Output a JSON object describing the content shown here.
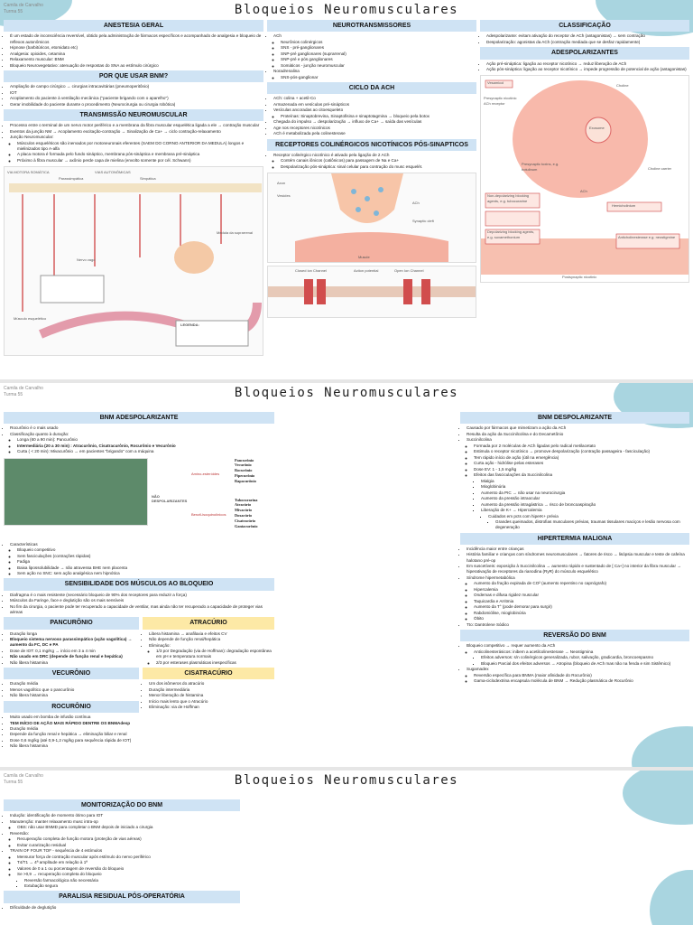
{
  "author": "Camila de Carvalho",
  "class": "Turma 55",
  "title": "Bloqueios Neuromusculares",
  "colors": {
    "header_blue": "#cfe3f4",
    "header_yellow": "#fde9a6",
    "blob": "#a9d5e0",
    "cell_fill": "#f8b9ab"
  },
  "p1": {
    "anest": {
      "title": "ANESTESIA GERAL",
      "items": [
        "É um estado de inconsciência reversível, obtido pela administração de fármacos específicos e acompanhado de analgesia e bloqueio de reflexos autonômicos",
        "Hipnose (barbitúricos, etomidato etc)",
        "Analgesia: opioides, cetamina",
        "Relaxamento muscular: BNM",
        "Bloqueio Neurovegetativo: atenuação de respostas do SNA ao estímulo cirúrgico"
      ]
    },
    "porque": {
      "title": "POR QUE USAR BNM?",
      "items": [
        "Ampliação de campo cirúrgico → cirurgias intracavitárias (pneumoperitônio)",
        "IOT",
        "Acoplamento do paciente à ventilação mecânica (\"paciente brigando com o aparelho\")",
        "Gerar imobilidade do paciente durante o procedimento (Neurocirurgia ou cirurgia robótica)"
      ]
    },
    "trans": {
      "title": "TRANSMISSÃO NEUROMUSCULAR",
      "items": [
        "Processo entre o terminal de um nervo motor periférico e a membrana da fibra muscular esquelética ligada a ele → contração muscular",
        "Eventos da junção NM → Acoplamento excitação-contração → Sinalização de Ca+ → ciclo contração-relaxamento",
        "Junção Neuromuscular:"
      ],
      "sub": [
        "Músculos esqueléticos são inervados por motoneuronais eferentes (SAEM DO CORNO ANTERIOR DA MEDULA) longos e mielinizados tipo A-alfa",
        "A placa motora é formada pelo fundo sináptico, membrana pós-sináptica e membrana pré-sináptica",
        "Próximo à fibra muscular → axônio perde capa de mielina (envolto somente por cél. Schwann)"
      ],
      "figure_labels": [
        "VIA MOTORA SOMÁTICA",
        "VIAS AUTONÔMICAS",
        "Parassimpática",
        "Simpática",
        "Medula da suprarrenal",
        "Nervo vago",
        "Músculo esquelético",
        "LEGENDA:"
      ]
    },
    "neuro": {
      "title": "NEUROTRANSMISSORES",
      "ach": "ACh",
      "ach_sub": [
        "Neurônios colinérgicos",
        "SNS - pré-ganglionares",
        "SNP-pré ganglionares (suprarrenal)",
        "SNP-pré e pós ganglionares",
        "Somáticos - junção neuromuscular"
      ],
      "nor": "Noradrenalina",
      "nor_sub": [
        "SNS-pós-ganglionar"
      ]
    },
    "ciclo": {
      "title": "CICLO DA ACH",
      "items": [
        "ACh: colina + acetil-Co",
        "Armazenada em vesículas pré-sinápticos",
        "Vesículas ancoradas ao citoesqueleto"
      ],
      "sub1": [
        "Proteínas: Sinaptobrevina, Sinaptofisina e sinaptotagmina → bloqueio pela botox"
      ],
      "items2": [
        "Chegada do impulso → despolarização → influxo de Ca+ → saída das vesículas",
        "Age nos receptores nicotínicos",
        "ACh é metabolizada pela colinesterase"
      ]
    },
    "recep": {
      "title": "RECEPTORES COLINÉRGICOS NICOTÍNICOS PÓS-SINAPTICOS",
      "items": [
        "Receptor colinérgico nicotínico é ativado pela ligação de 2 ACh"
      ],
      "sub": [
        "Contém canais iônicos (catiônicos) para passagem de Na e Ca+",
        "Despolarização pós-sináptica: sinal celular para contração do musc esquelét."
      ],
      "fig_labels": [
        "Axon",
        "Vesicles",
        "ACh",
        "Synaptic cleft",
        "Muscle",
        "Closed ion Channel",
        "Open Ion Channel",
        "Action potential"
      ]
    },
    "classif": {
      "title": "CLASSIFICAÇÃO",
      "items": [
        "Adespolarizante: evitam ativação do receptor de ACh (antagonistas) → sem contração",
        "Despolarização: agonistas da ACh (contração mediada que se desfaz rapidamente)"
      ]
    },
    "adesp": {
      "title": "ADESPOLARIZANTES",
      "items": [
        "Ação pré-sináptica: ligação ao receptor nicotínico → reduz liberação de ACh",
        "Ação pós-sináptica: ligação ao receptor nicotínico → impede progressão de potencial de ação (antagonistas)"
      ],
      "fig_labels": [
        "Vesamicol",
        "Presynaptic nicotinic ACh receptor",
        "Choline",
        "Exosome",
        "Presynaptic toxins, e.g. botulinum",
        "Choline carrier",
        "ACh",
        "Hemicholinium",
        "Non-depolarizing blocking agents, e.g. tubocurarine",
        "Depolarizing blocking agents, e.g. suxamethonium",
        "Anticholinesterase e.g. neostigmine",
        "Postsynaptic nicotinic"
      ]
    }
  },
  "p2": {
    "bnm_a": {
      "title": "BNM ADESPOLARIZANTE",
      "items": [
        "Rocurônio é o mais usado",
        "Classificação quanto à duração:"
      ],
      "dur": [
        "Longa (60 a 90 min): Pancurônio",
        "Intermediária (20 a 30 min) : Atracurônio, Cisatracurônio, Rocurônio e Vecurônio",
        "Curta ( < 20 min): Mivacurônio → em pacientes \"brigando\" com a máquina"
      ],
      "carac_label": "Características",
      "carac": [
        "Bloqueio competitivo",
        "Sem fasciculações (contrações rápidas)",
        "Fadiga",
        "Baixa lipossolubilidade → não atravessa BHE nem placenta",
        "Sem ação no SNC: sem ação analgésica nem hipnótica"
      ],
      "tree_root": "NÃO DESPOLARIZANTES",
      "tree_a": "Amino-esteróides",
      "tree_b": "Benzil-isoquinolínicos",
      "tree_a_items": [
        "Pancurônio",
        "Vecurônio",
        "Rocurônio",
        "Pipecurônio",
        "Rapacurônio"
      ],
      "tree_b_items": [
        "Tubocurarina",
        "Atracúrio",
        "Mivacúrio",
        "Doxacúrio",
        "Cisatracúrio",
        "Gantacurônio"
      ]
    },
    "sens": {
      "title": "SENSIBILIDADE DOS MÚSCULOS AO BLOQUEIO",
      "items": [
        "Diafragma é o mais resistente (necessário bloqueio de 90% dos receptores para reduzir a força)",
        "Músculos da Faringe, face e deglutição são os mais sensíveis",
        "No fim da cirurgia, o paciente pode ter recuperado a capacidade de ventilar, mas ainda não ter recuperado a capacidade de proteger vias aéreas"
      ]
    },
    "panc": {
      "title": "PANCURÔNIO",
      "items": [
        "Duração longa",
        "Bloqueio sistema nervoso parassimpático (ação vagolítica) → aumento da FC, DC e PA",
        "Dose de IOT: 0,1 mg/Kg → início em 3 a 4 min",
        "Não usado em DRC (depende de função renal e hepática)",
        "Não libera histamina"
      ]
    },
    "vec": {
      "title": "VECURÔNIO",
      "items": [
        "Duração média",
        "Menos vagolítico que o pancurônio",
        "Não libera histamina"
      ]
    },
    "roc": {
      "title": "ROCURÔNIO",
      "items": [
        "Muito usado em bomba de infusão contínua",
        "TEM INÍCIO DE AÇÃO MAIS RÁPIDO DENTRE OS BNMAdesp",
        "Duração média",
        "Depende da função renal e hepática → eliminação biliar e renal",
        "Dose 0,6 mg/kg (até 0,9-1,2 mg/kg para sequência rápida de IOT)",
        "Não libera histamina"
      ]
    },
    "atra": {
      "title": "ATRACÚRIO",
      "items": [
        "Libera histamina → anafilaxia e efeitos CV",
        "Não depende de função renal/hepática",
        "Eliminação:"
      ],
      "sub": [
        "1/3 por Degradação (via de Hoffman): degradação espontânea em pH e temperatura normais",
        "2/3 por esterases plasmáticas inespecíficas"
      ]
    },
    "cisa": {
      "title": "CISATRACÚRIO",
      "items": [
        "Um dos isômeros do atracúrio",
        "Duração intermediária",
        "Menor liberação de histamina",
        "Início mais lento que o Atracúrio",
        "Eliminação: via de Hoffman"
      ]
    },
    "bnm_d": {
      "title": "BNM DESPOLARIZANTE",
      "items": [
        "Causado por fármacos que mimetizam a ação da ACh",
        "Resulta da ação da Succinilcolina e do Decametônio",
        "Succinilcolina"
      ],
      "sub": [
        "Formada por 2 moléculas de ACh ligadas pelo radical metilacetato",
        "Estimula o receptor nicotínico → promove despolarização (contração passageira - fasciculação)",
        "Tem rápido início de ação (útil na emergência)",
        "Curta ação - hidrólise pelas esterases",
        "Dose EV: 1 - 1,5 mg/kg",
        "Efeitos das fasciculações da Succinilcolina"
      ],
      "sub2": [
        "Mialgia",
        "Mioglobinúria",
        "Aumento da PIC → não usar na neurocirurgia",
        "Aumento da pressão intraocular",
        "Aumento da pressão intragástrica → risco de broncoaspiração",
        "Liberação de K+ → Hipercalemia"
      ],
      "sub3": [
        "Cuidados em pcts com hiperK+ prévia"
      ],
      "sub4": [
        "Grandes queimados, distrofias musculares prévias, traumas tissulares maciços e lesão nervosa com degeneração"
      ]
    },
    "hiper": {
      "title": "HIPERTERMIA MALIGNA",
      "items": [
        "Incidência maior entre crianças",
        "História familiar e crianças com síndromes neuromusculares → fatores de risco → lisópsia muscular e teste de cafeína halotano pré-op",
        "Em suscetíveis: exposição à Succinilcolina → aumento rápido e sustentado de [ Ca+] no interior da fibra muscular → hiperativação de receptores da rianodina (RyR) do músculo esquelético",
        "Síndrome hipermetabólica"
      ],
      "sub": [
        "Aumento da fração expirada de CO² (aumento repentino no capnógrafo)",
        "Hipercalemia",
        "Ondemas e difusa rigidez muscular",
        "Taquicardia e Arritmia",
        "Aumento da T° (pode demorar para surgir)",
        "Rabdomiólise, mioglobinúria",
        "Óbito"
      ],
      "items2": [
        "Tto: Dantrolene Sódico"
      ]
    },
    "rev": {
      "title": "REVERSÃO DO BNM",
      "items": [
        "Bloqueio competitivo → requer aumento da ACh"
      ],
      "sub": [
        "Anticolinesterásicos: inibem a acetilcolinesterase → Neostigmina"
      ],
      "sub2": [
        "Efeitos adversos: s/n colinérgicos generalizada, rubor, salivação, gradicardia, broncoespasmo",
        "Bloqueio Parcial dos efeitos adversos → Atropina (bloqueio de ACh mas não na fenda e sim Sistêmico)"
      ],
      "items2": [
        "Sugamadex"
      ],
      "sub3": [
        "Reversão específica para BNMA (maior afinidade do Rocurônio)",
        "Gama-ciclodextrina encapsula molécula de BNM → Redução plasmática de Rocurônio"
      ]
    }
  },
  "p3": {
    "mon": {
      "title": "MONITORIZAÇÃO DO BNM",
      "items": [
        "Indução: identificação de momento ótimo para IOT",
        "Manutenção: manter relaxamento musc intra-op"
      ],
      "sub1": [
        "OBS: não usar BNMD para completar o BNM depois de iniciado a cirurgia"
      ],
      "rev": "Reversão:",
      "sub2": [
        "Recuperação completa de função motora (proteção de vias aéreas)",
        "Evitar curarização residual"
      ],
      "tof": "TRAIN OF FOUR TOF - sequência de 4 estímulos",
      "sub3": [
        "Mensurar força de contração muscular após estímulo do nervo periférico",
        "T4/T1 → 4ª amplitude em relação à 1ª",
        "Valores de 0 a 1 ou porcentagem de reversão do bloqueio",
        "Se >0,9 → recuperação completa do bloqueio"
      ],
      "sub4": [
        "Reversão farmacológica não necessária",
        "Extubação segura"
      ]
    },
    "par": {
      "title": "PARALISIA RESIDUAL PÓS-OPERATÓRIA",
      "items": [
        "Dificuldade de deglutição"
      ]
    }
  }
}
